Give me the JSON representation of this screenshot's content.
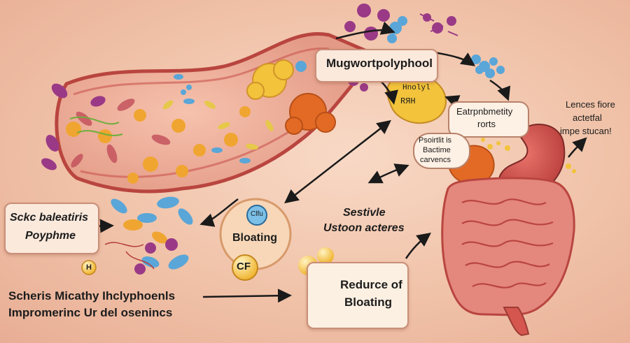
{
  "labels": {
    "mugwort": "Mugwortpolyphool",
    "hexagon_line1": "Hnolyl",
    "hexagon_line2": "RЯH",
    "entrp_line1": "Eatrpnbmetity",
    "entrp_line2": "rorts",
    "lences_line1": "Lences fiore",
    "lences_line2": "actetfal",
    "lences_line3": "impe stucan!",
    "bubble_line1": "Psoirtlit is",
    "bubble_line2": "Bactime",
    "bubble_line3": "carvencs",
    "left_line1": "Sckc baleatiris",
    "left_line2": "Poyphme",
    "bloating_small": "Clfu",
    "bloating": "Bloating",
    "cf": "CF",
    "h_badge": "H",
    "sestivle": "Sestivle",
    "ustoon": "Ustoon acteres",
    "reduce_line1": "Redurce of",
    "reduce_line2": "Bloating",
    "bottom_line1": "Scheris Micathy Ihclyphoenls",
    "bottom_line2": "Impromerinc Ur del osenincs"
  },
  "colors": {
    "background": "#f0c2a8",
    "gut_wall": "#c9554f",
    "intestine": "#e4877d",
    "bacteria_orange": "#f0a531",
    "bacteria_purple": "#9a3a86",
    "bacteria_blue": "#5aa6d8",
    "arrow": "#1a1a1a"
  }
}
